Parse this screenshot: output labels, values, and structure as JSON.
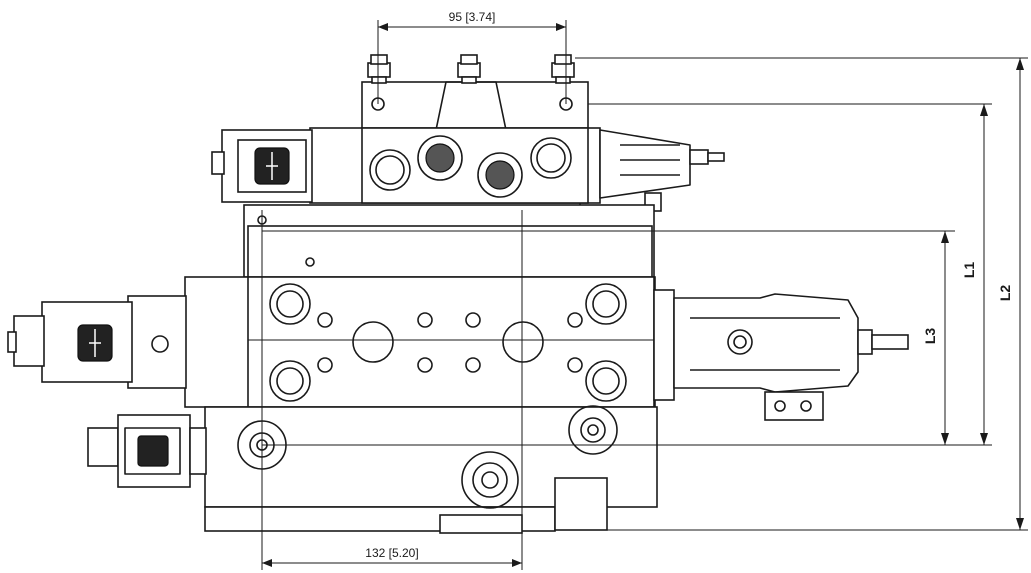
{
  "dimensions": {
    "top_width": "95 [3.74]",
    "bottom_width": "132 [5.20]",
    "l1": "L1",
    "l2": "L2",
    "l3": "L3"
  },
  "icons": {
    "connector": "electrical-connector-icon",
    "bolt": "bolt-icon",
    "port": "port-icon"
  }
}
